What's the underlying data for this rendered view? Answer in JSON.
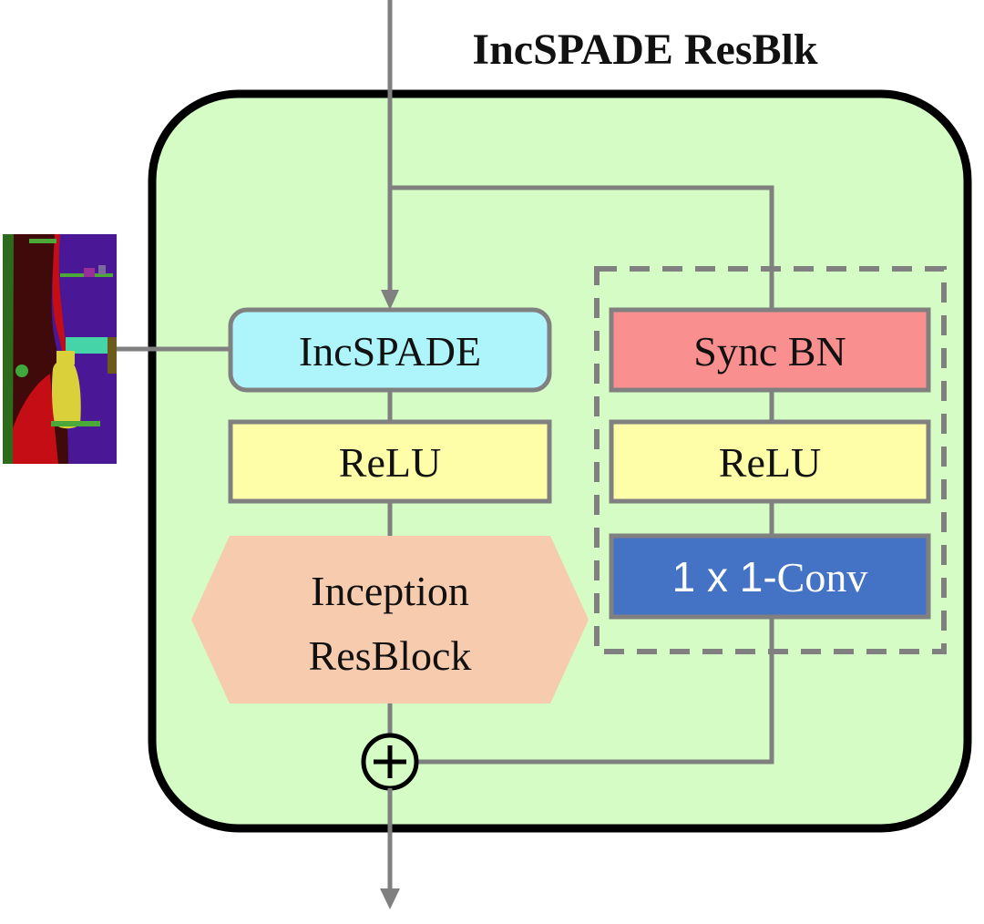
{
  "title": "IncSPADE ResBlk",
  "main_branch": {
    "incspade": "IncSPADE",
    "relu": "ReLU",
    "inception_line1": "Inception",
    "inception_line2": "ResBlock"
  },
  "shortcut_branch": {
    "sync_bn": "Sync BN",
    "relu": "ReLU",
    "conv_prefix": "1 x 1-",
    "conv_suffix": "Conv"
  },
  "sum_symbol": "+",
  "colors": {
    "outer_fill": "#d4fcc4",
    "incspade_fill": "#adf5fb",
    "relu_fill": "#fefda8",
    "syncbn_fill": "#fa8f8f",
    "inception_fill": "#f7cbad",
    "conv_fill": "#4472c4",
    "line": "#808080"
  }
}
